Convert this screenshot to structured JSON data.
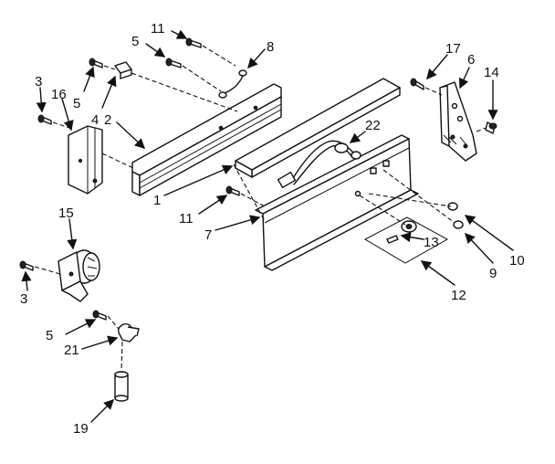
{
  "callouts": {
    "c1": "1",
    "c2": "2",
    "c3a": "3",
    "c3b": "3",
    "c4": "4",
    "c5a": "5",
    "c5b": "5",
    "c5c": "5",
    "c6": "6",
    "c7": "7",
    "c8": "8",
    "c9": "9",
    "c10": "10",
    "c11a": "11",
    "c11b": "11",
    "c12": "12",
    "c13": "13",
    "c14": "14",
    "c15": "15",
    "c16": "16",
    "c17": "17",
    "c19": "19",
    "c21": "21",
    "c22": "22"
  }
}
